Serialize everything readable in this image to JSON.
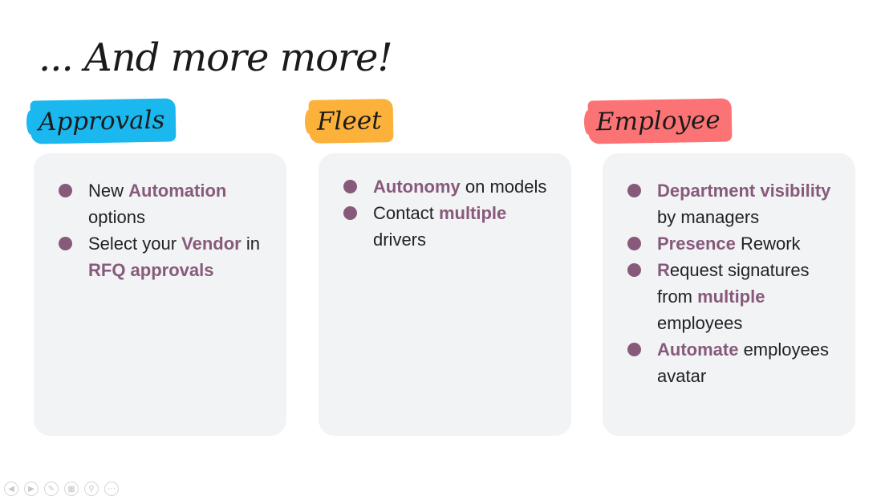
{
  "slide": {
    "title": "... And more more!"
  },
  "columns": [
    {
      "tag": "Approvals",
      "tag_color": "#1bb7ef",
      "bullets": [
        [
          {
            "t": "New ",
            "h": false
          },
          {
            "t": "Automation",
            "h": true
          },
          {
            "t": " options",
            "h": false
          }
        ],
        [
          {
            "t": "Select your ",
            "h": false
          },
          {
            "t": "Vendor",
            "h": true
          },
          {
            "t": " in ",
            "h": false
          },
          {
            "t": "RFQ approvals",
            "h": true
          }
        ]
      ]
    },
    {
      "tag": "Fleet",
      "tag_color": "#fbb13a",
      "bullets": [
        [
          {
            "t": "Autonomy",
            "h": true
          },
          {
            "t": " on models",
            "h": false
          }
        ],
        [
          {
            "t": "Contact ",
            "h": false
          },
          {
            "t": "multiple",
            "h": true
          },
          {
            "t": " drivers",
            "h": false
          }
        ]
      ]
    },
    {
      "tag": "Employee",
      "tag_color": "#fc7375",
      "bullets": [
        [
          {
            "t": "Department visibility",
            "h": true
          },
          {
            "t": " by managers",
            "h": false
          }
        ],
        [
          {
            "t": "Presence",
            "h": true
          },
          {
            "t": " Rework",
            "h": false
          }
        ],
        [
          {
            "t": "R",
            "h": true
          },
          {
            "t": "equest signatures from ",
            "h": false
          },
          {
            "t": "multiple",
            "h": true
          },
          {
            "t": " employees",
            "h": false
          }
        ],
        [
          {
            "t": "Automate",
            "h": true
          },
          {
            "t": " employees avatar",
            "h": false
          }
        ]
      ]
    }
  ],
  "controls": [
    {
      "icon": "prev-slide-icon",
      "glyph": "◀"
    },
    {
      "icon": "next-slide-icon",
      "glyph": "▶"
    },
    {
      "icon": "pen-icon",
      "glyph": "✎"
    },
    {
      "icon": "slides-grid-icon",
      "glyph": "▦"
    },
    {
      "icon": "zoom-icon",
      "glyph": "⚲"
    },
    {
      "icon": "more-icon",
      "glyph": "⋯"
    }
  ],
  "colors": {
    "accent": "#875a7b",
    "card_bg": "#f2f3f5"
  }
}
